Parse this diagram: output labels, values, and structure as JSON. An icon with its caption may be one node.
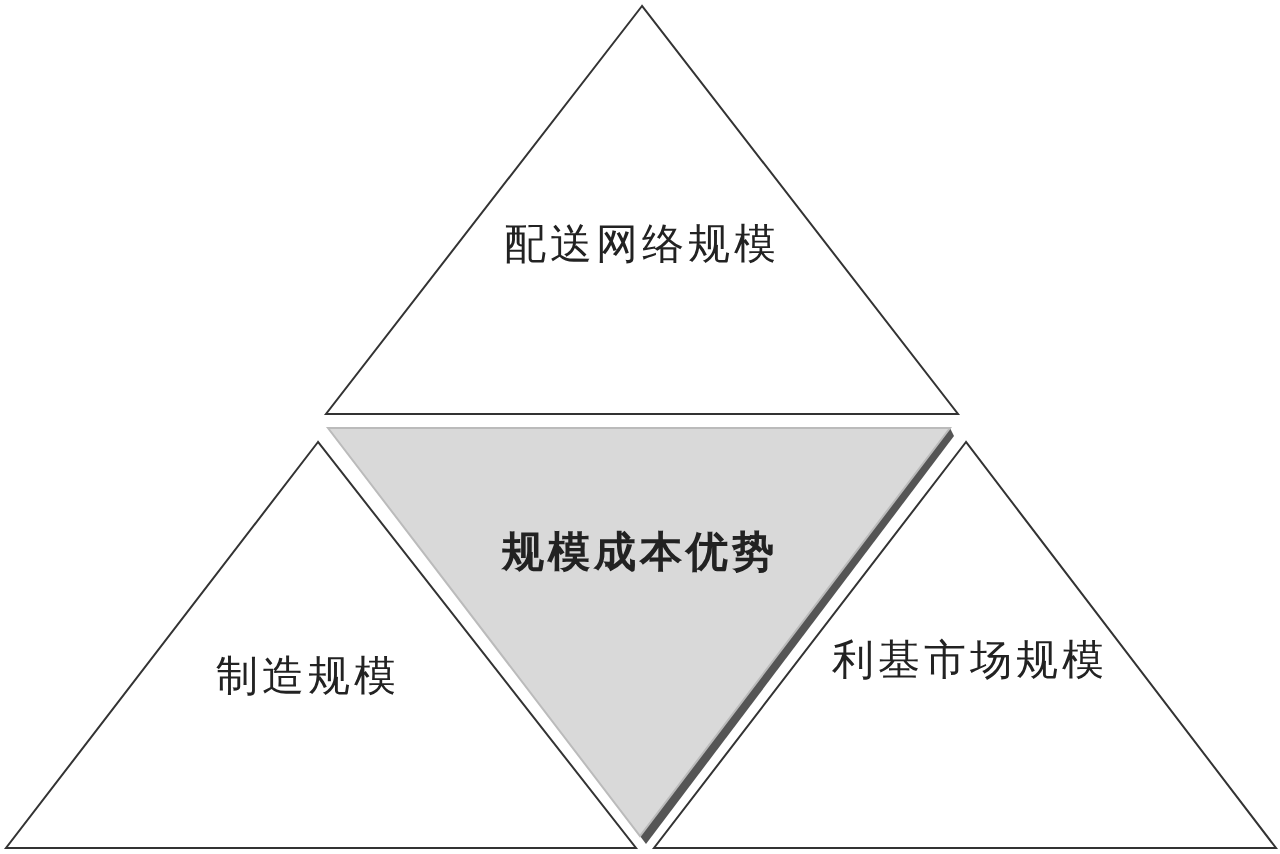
{
  "diagram": {
    "nodes": [
      {
        "text": [
          "配送网络规模"
        ]
      },
      {
        "text": [
          "规模成本优势"
        ]
      },
      {
        "text": [
          "制造规模"
        ]
      },
      {
        "text": [
          "利基市场规模"
        ]
      }
    ]
  }
}
